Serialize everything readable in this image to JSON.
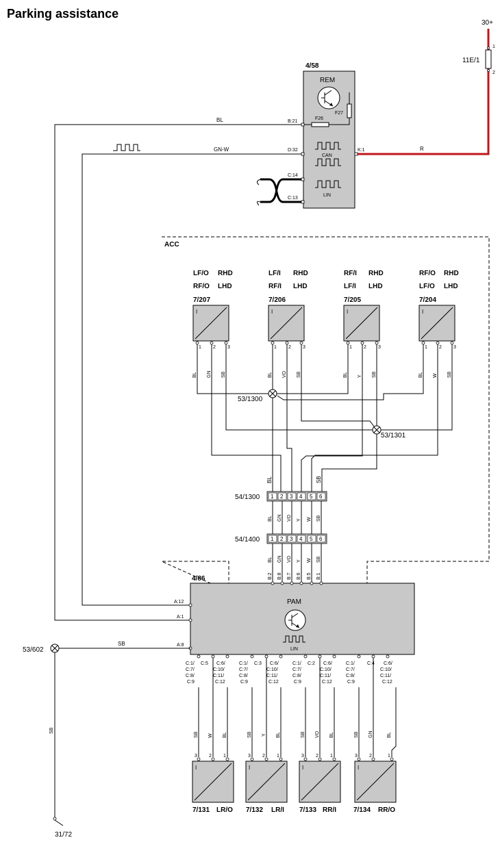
{
  "title": "Parking assistance",
  "power": {
    "supply": "30+",
    "fuse_id": "11E/1",
    "pin1": "1",
    "pin2": "2"
  },
  "rem": {
    "id": "4/58",
    "name": "REM",
    "fuse_a": "F26",
    "fuse_b": "F27",
    "can": "CAN",
    "lin": "LIN",
    "pins": {
      "b21": "B:21",
      "d32": "D:32",
      "k1": "K:1",
      "c14": "C:14",
      "c13": "C:13"
    }
  },
  "wires": {
    "bl": "BL",
    "gnw": "GN-W",
    "r": "R",
    "sb": "SB"
  },
  "acc": {
    "label": "ACC"
  },
  "sensors_front": [
    {
      "id": "7/207",
      "pos1": "LF/O",
      "side1": "RHD",
      "pos2": "RF/O",
      "side2": "LHD",
      "w1": "BL",
      "w2": "GN",
      "w3": "SB"
    },
    {
      "id": "7/206",
      "pos1": "LF/I",
      "side1": "RHD",
      "pos2": "RF/I",
      "side2": "LHD",
      "w1": "BL",
      "w2": "VO",
      "w3": "SB"
    },
    {
      "id": "7/205",
      "pos1": "RF/I",
      "side1": "RHD",
      "pos2": "LF/I",
      "side2": "LHD",
      "w1": "BL",
      "w2": "Y",
      "w3": "SB"
    },
    {
      "id": "7/204",
      "pos1": "RF/O",
      "side1": "RHD",
      "pos2": "LF/O",
      "side2": "LHD",
      "w1": "BL",
      "w2": "W",
      "w3": "SB"
    }
  ],
  "sensor_pins": [
    "1",
    "2",
    "3"
  ],
  "splices": {
    "s1300": "53/1300",
    "s1301": "53/1301",
    "s602": "53/602",
    "gnd": "31/72"
  },
  "connectors": {
    "c1300": {
      "id": "54/1300",
      "top_labels": [
        "BL",
        "SB"
      ],
      "bottom_labels": [
        "BL",
        "GN",
        "VO",
        "Y",
        "W",
        "SB"
      ]
    },
    "c1400": {
      "id": "54/1400",
      "bottom_labels": [
        "B:2",
        "B:8",
        "B:7",
        "B:6",
        "B:5",
        "B:1"
      ]
    },
    "pins": [
      "1",
      "2",
      "3",
      "4",
      "5",
      "6"
    ]
  },
  "pam": {
    "id": "4/86",
    "name": "PAM",
    "lin": "LIN",
    "pins": {
      "a12": "A:12",
      "a1": "A:1",
      "a8": "A:8"
    },
    "pin_groups": [
      {
        "g1": [
          "C:1/",
          "C:7/",
          "C:8/",
          "C:9"
        ],
        "g2": [
          "C:5"
        ],
        "g3": [
          "C:6/",
          "C:10/",
          "C:11/",
          "C:12"
        ]
      },
      {
        "g1": [
          "C:1/",
          "C:7/",
          "C:8/",
          "C:9"
        ],
        "g2": [
          "C:3"
        ],
        "g3": [
          "C:6/",
          "C:10/",
          "C:11/",
          "C:12"
        ]
      },
      {
        "g1": [
          "C:1/",
          "C:7/",
          "C:8/",
          "C:9"
        ],
        "g2": [
          "C:2"
        ],
        "g3": [
          "C:6/",
          "C:10/",
          "C:11/",
          "C:12"
        ]
      },
      {
        "g1": [
          "C:1/",
          "C:7/",
          "C:8/",
          "C:9"
        ],
        "g2": [
          "C:4"
        ],
        "g3": [
          "C:6/",
          "C:10/",
          "C:11/",
          "C:12"
        ]
      }
    ]
  },
  "sensors_rear": [
    {
      "id": "7/131",
      "pos": "LR/O",
      "w3": "SB",
      "w2": "W",
      "w1": "BL"
    },
    {
      "id": "7/132",
      "pos": "LR/I",
      "w3": "SB",
      "w2": "Y",
      "w1": "BL"
    },
    {
      "id": "7/133",
      "pos": "RR/I",
      "w3": "SB",
      "w2": "VO",
      "w1": "BL"
    },
    {
      "id": "7/134",
      "pos": "RR/O",
      "w3": "SB",
      "w2": "GN",
      "w1": "BL"
    }
  ],
  "rear_pins": [
    "3",
    "2",
    "1"
  ],
  "sensor_icon": "I"
}
